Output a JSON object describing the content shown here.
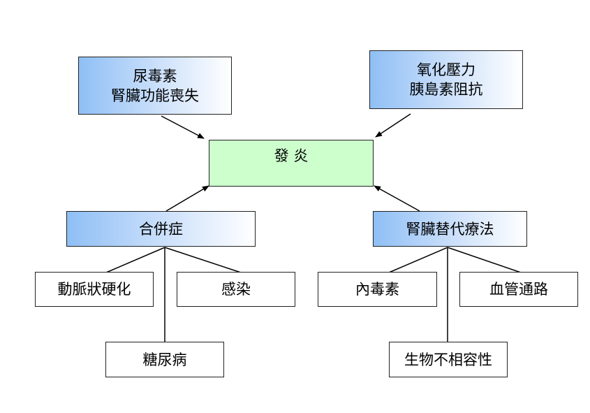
{
  "diagram": {
    "center": {
      "label": "發 炎",
      "fill": "#ccffcc"
    },
    "top_left": {
      "lines": [
        "尿毒素",
        "腎臟功能喪失"
      ],
      "fill_gradient": [
        "#8fbff5",
        "#ffffff"
      ]
    },
    "top_right": {
      "lines": [
        "氧化壓力",
        "胰島素阻抗"
      ],
      "fill_gradient": [
        "#8fbff5",
        "#ffffff"
      ]
    },
    "complications": {
      "label": "合併症",
      "children": [
        "動脈狀硬化",
        "感染",
        "糖尿病"
      ]
    },
    "renal_replacement": {
      "label": "腎臟替代療法",
      "children": [
        "內毒素",
        "血管通路",
        "生物不相容性"
      ]
    },
    "line_color": "#000000"
  }
}
